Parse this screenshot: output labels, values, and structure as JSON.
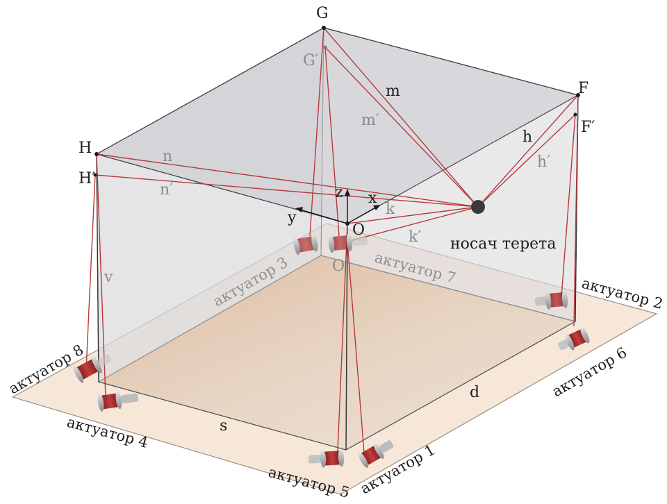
{
  "points": {
    "G": "G",
    "G_prime": "G′",
    "F": "F",
    "F_prime": "F′",
    "H": "H",
    "H_prime": "H′",
    "O": "O",
    "O_prime": "O′"
  },
  "cables": {
    "m": "m",
    "m_prime": "m′",
    "h": "h",
    "h_prime": "h′",
    "n": "n",
    "n_prime": "n′",
    "k": "k",
    "k_prime": "k′",
    "v": "v"
  },
  "axes": {
    "x": "x",
    "y": "y",
    "z": "z"
  },
  "dimensions": {
    "s": "s",
    "d": "d"
  },
  "payload_label": "носач терета",
  "actuators": {
    "a1": "актуатор 1",
    "a2": "актуатор 2",
    "a3": "актуатор 3",
    "a4": "актуатор 4",
    "a5": "актуатор 5",
    "a6": "актуатор 6",
    "a7": "актуатор 7",
    "a8": "актуатор 8"
  },
  "colors": {
    "cable": "#b53a3a",
    "frame": "#555555",
    "floor": "#e8c8a8",
    "platform": "#faeee3",
    "glass": "#d8d8dc",
    "payload": "#3a3a3a"
  }
}
